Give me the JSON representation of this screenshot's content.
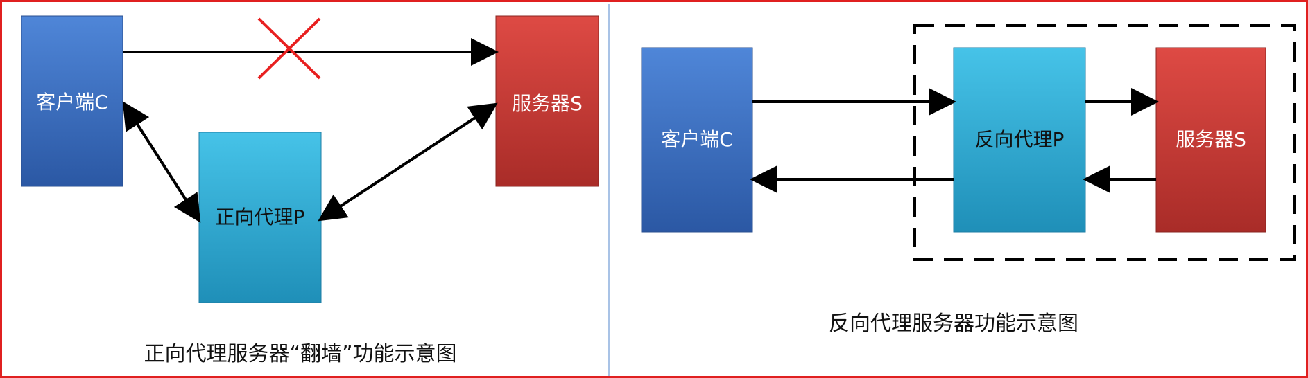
{
  "left_panel": {
    "client_label": "客户端C",
    "server_label": "服务器S",
    "proxy_label": "正向代理P",
    "caption": "正向代理服务器“翻墙”功能示意图"
  },
  "right_panel": {
    "client_label": "客户端C",
    "proxy_label": "反向代理P",
    "server_label": "服务器S",
    "caption": "反向代理服务器功能示意图"
  },
  "colors": {
    "frame": "#e02020",
    "client_box": "#3a70c0",
    "server_box": "#c93a34",
    "proxy_box": "#36a8d0",
    "arrow": "#000000",
    "blocked_x": "#e82020"
  }
}
